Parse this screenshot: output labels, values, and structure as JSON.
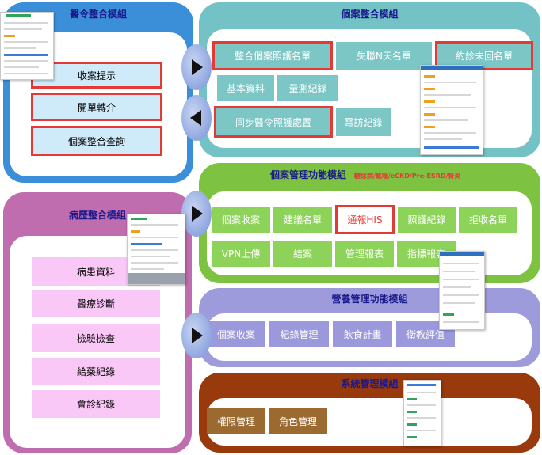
{
  "modules": {
    "medical_order": {
      "title": "醫令整合模組",
      "buttons": [
        "收案提示",
        "開單轉介",
        "個案整合查詢"
      ]
    },
    "case_integration": {
      "title": "個案整合模組",
      "buttons": [
        "整合個案照護名單",
        "失聯N天名單",
        "約診未回名單",
        "基本資料",
        "量測紀錄",
        "同步醫令照護處置",
        "電訪紀錄"
      ]
    },
    "case_management": {
      "title": "個案管理功能模組",
      "subtitle": "糖尿病/氣喘/eCKD/Pre-ESRD/腎炎",
      "buttons": [
        "個案收案",
        "建議名單",
        "通報HIS",
        "照護紀錄",
        "拒收名單",
        "VPN上傳",
        "結案",
        "管理報表",
        "指標報表"
      ]
    },
    "medical_history": {
      "title": "病歷整合模組",
      "buttons": [
        "病患資料",
        "醫療診斷",
        "檢驗檢查",
        "給藥紀錄",
        "會診紀錄"
      ]
    },
    "nutrition": {
      "title": "營養管理功能模組",
      "buttons": [
        "個案收案",
        "紀錄管理",
        "飲食計畫",
        "衛教評值"
      ]
    },
    "system": {
      "title": "系統管理模組",
      "buttons": [
        "權限管理",
        "角色管理"
      ]
    }
  },
  "colors": {
    "medical_order_panel": "#3b8ed8",
    "case_integration_panel": "#73c3c6",
    "case_management_panel": "#7ec242",
    "medical_history_panel": "#bf6dae",
    "nutrition_panel": "#9e9bdc",
    "system_panel": "#983a0c",
    "highlight": "#e53935"
  },
  "icons": [
    "arrow-right-icon",
    "arrow-left-icon"
  ]
}
